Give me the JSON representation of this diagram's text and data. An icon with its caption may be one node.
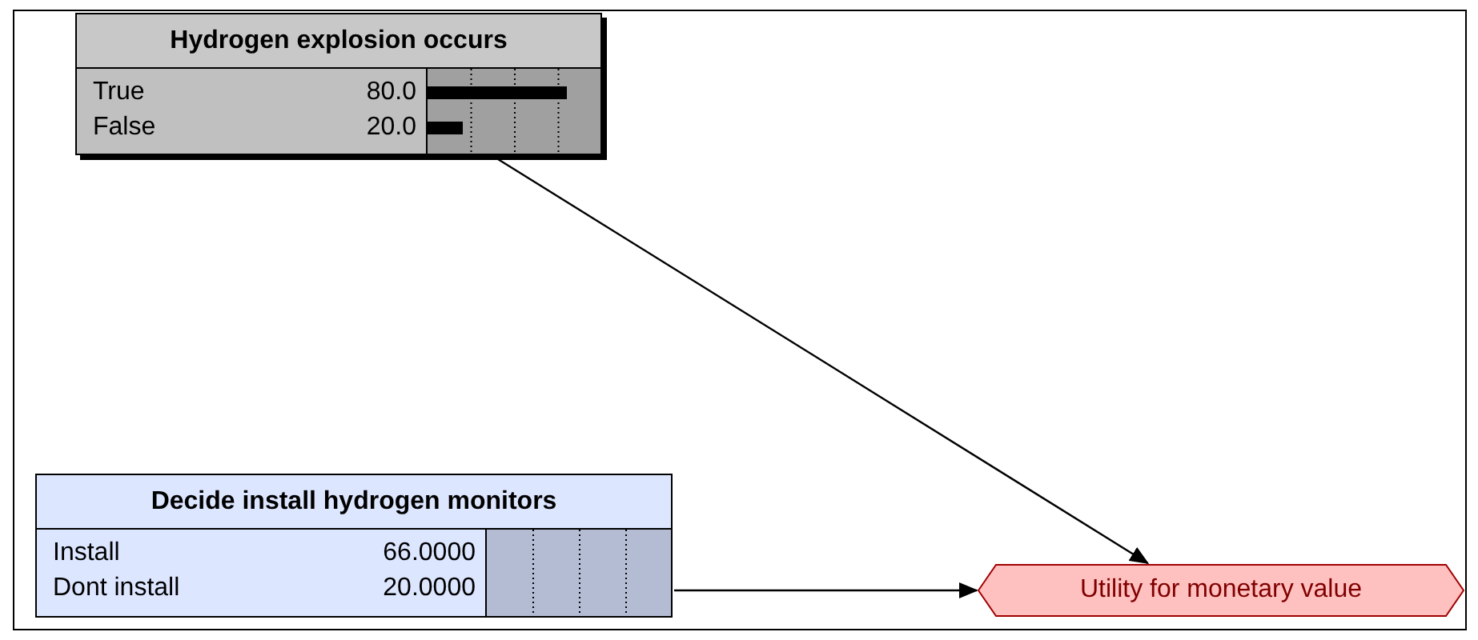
{
  "diagram": {
    "nodes": [
      {
        "text": [
          "Hydrogen explosion occurs",
          "True",
          "80.0",
          "False",
          "20.0"
        ]
      },
      {
        "text": [
          "Decide install hydrogen monitors",
          "Install",
          "66.0000",
          "Dont install",
          "20.0000"
        ]
      },
      {
        "text": [
          "Utility for monetary value"
        ]
      }
    ],
    "edges": [
      {
        "from": 0,
        "to": 2,
        "arrow": "to"
      },
      {
        "from": 1,
        "to": 2,
        "arrow": "to"
      }
    ]
  }
}
